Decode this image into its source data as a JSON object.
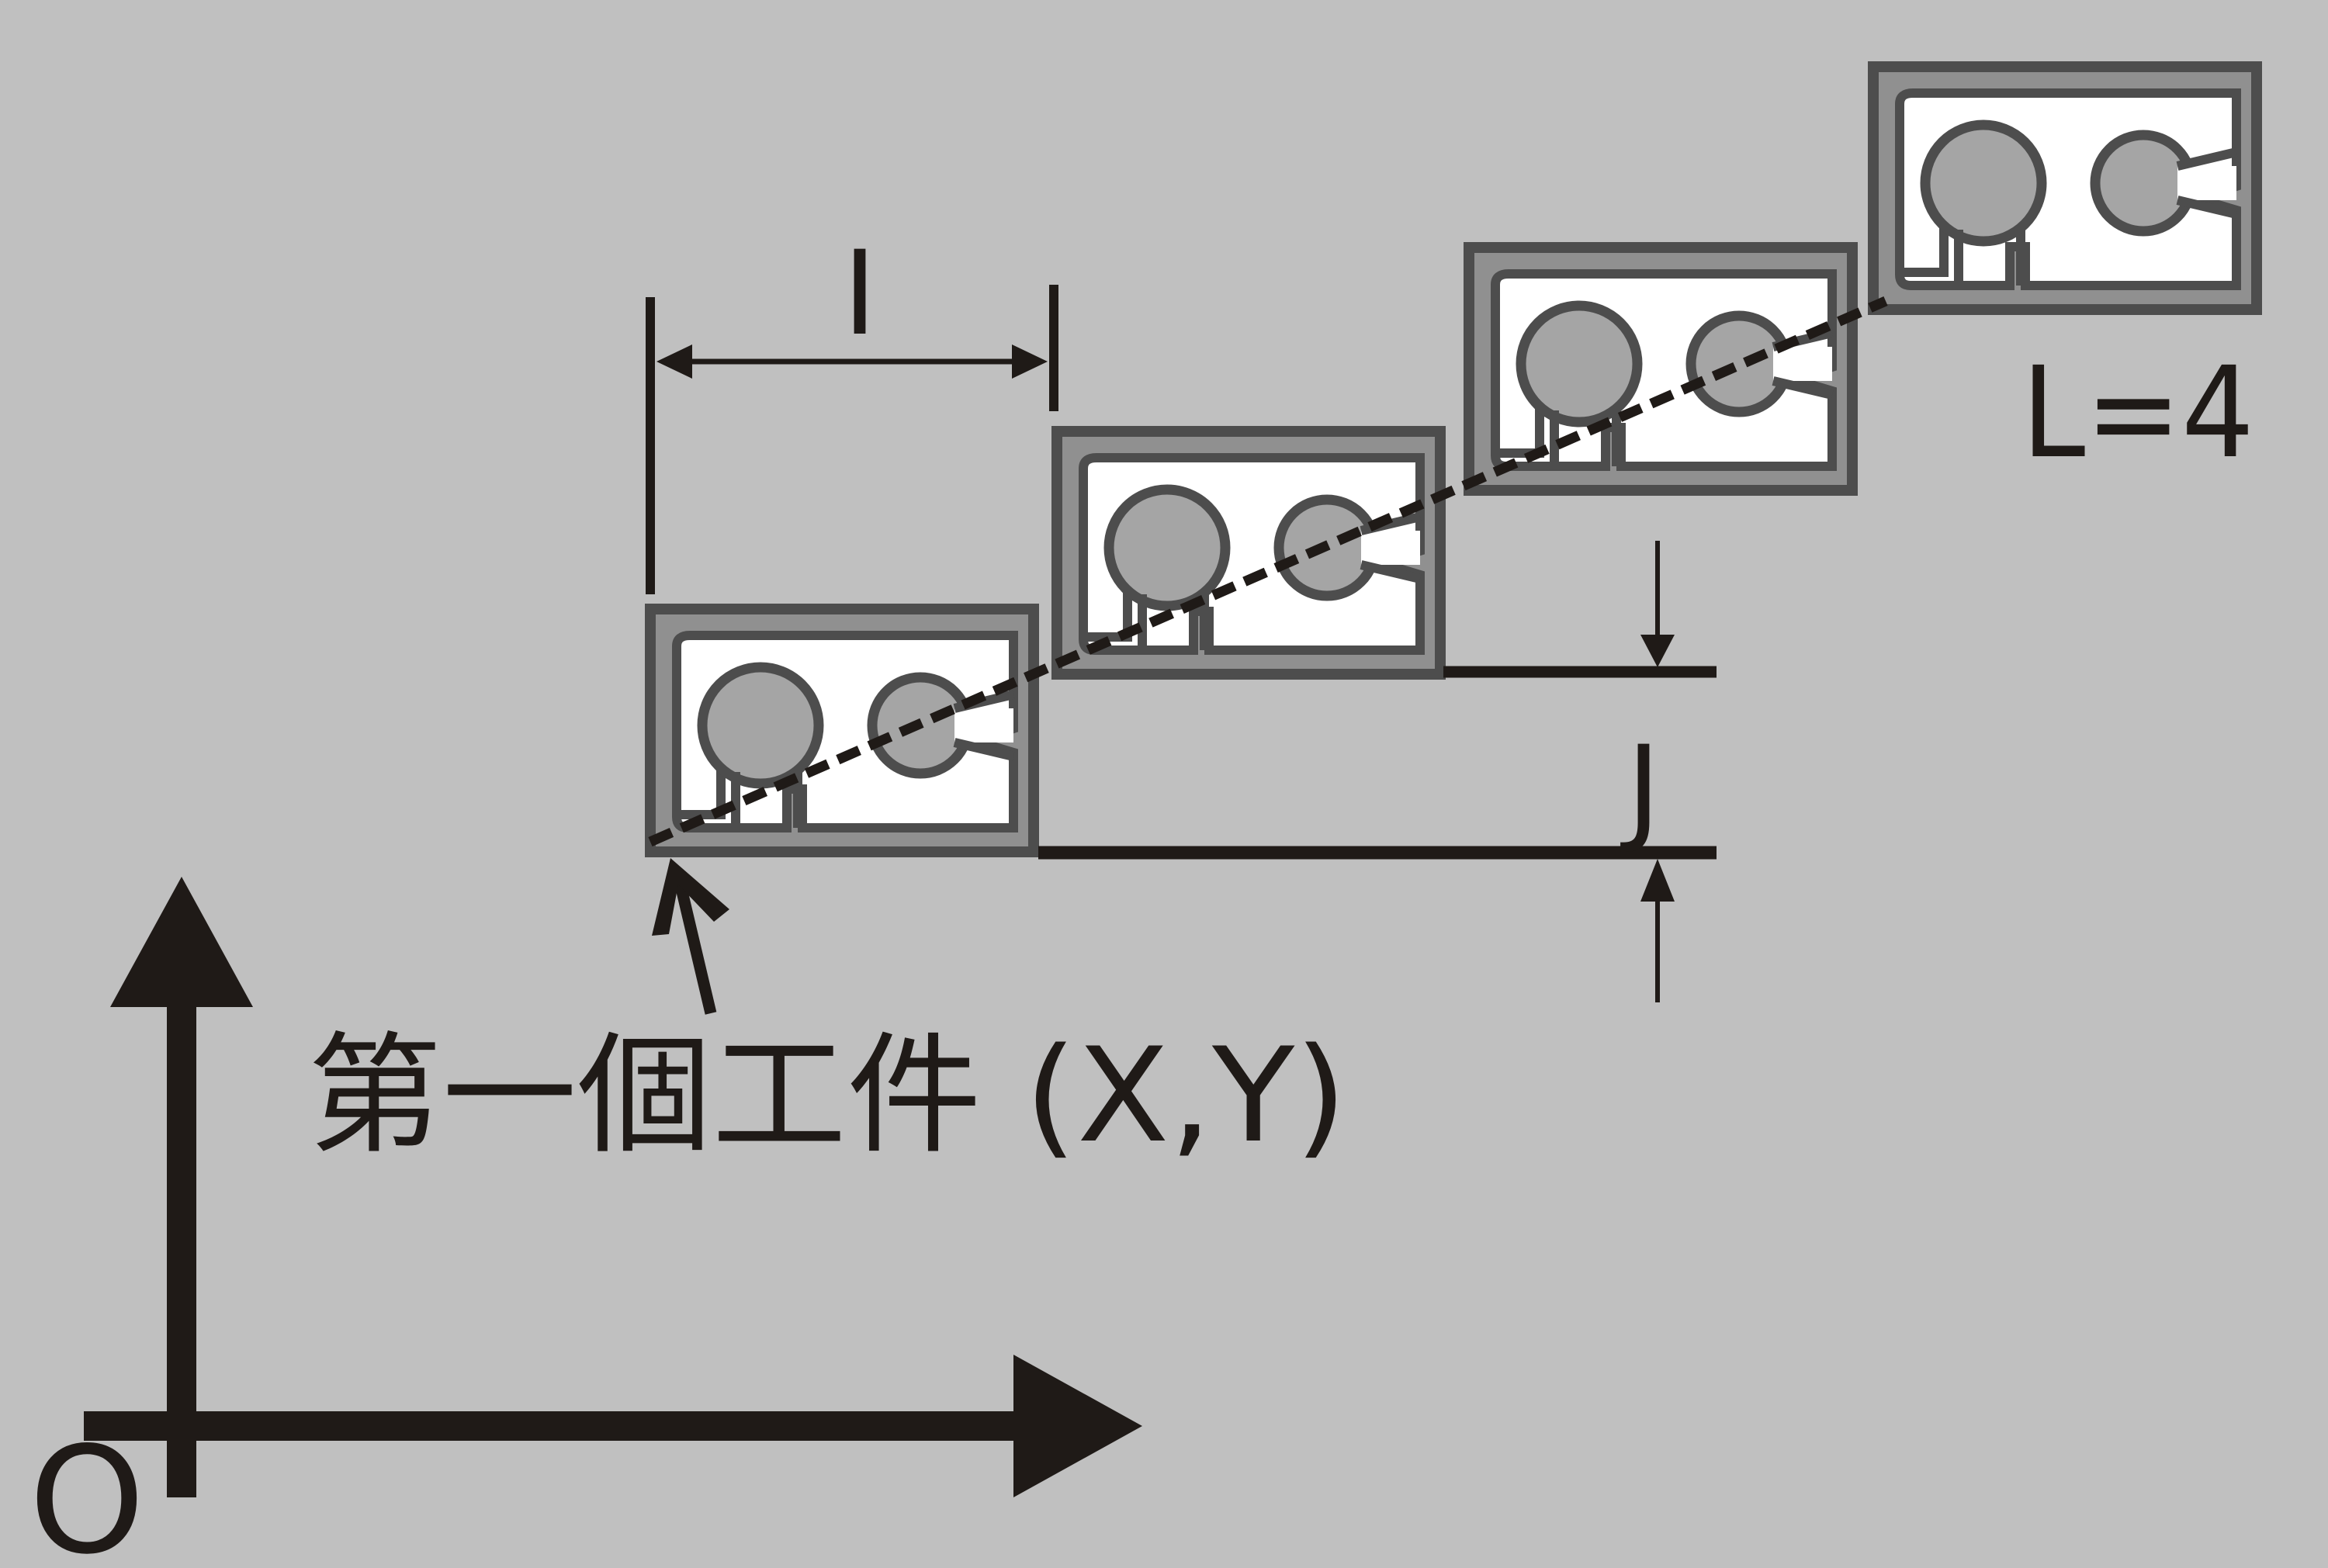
{
  "labels": {
    "spacing_x": "I",
    "spacing_y": "J",
    "count": "L=4",
    "first_part": "第一個工件 (X,Y)",
    "origin": "O"
  },
  "workpiece_count": 4,
  "colors": {
    "background": "#c0c0c0",
    "ink": "#1f1a17",
    "part_outline": "#4d4d4d",
    "part_frame": "#909090",
    "part_body": "#ffffff",
    "part_hole": "#a5a5a5"
  }
}
